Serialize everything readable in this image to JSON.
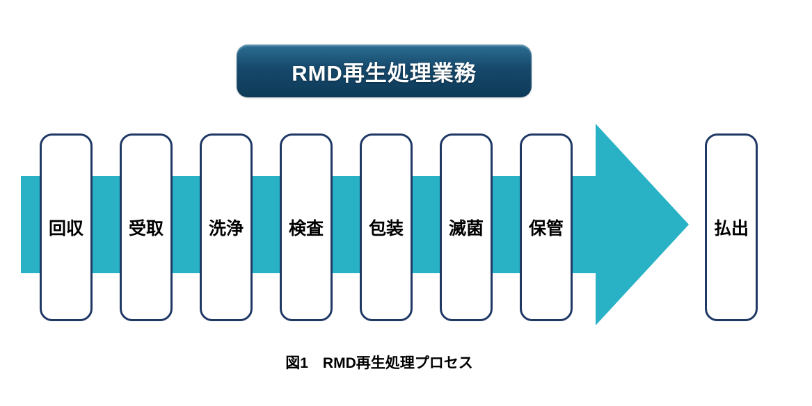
{
  "diagram": {
    "title": "RMD再生処理業務",
    "steps": [
      "回収",
      "受取",
      "洗浄",
      "検査",
      "包装",
      "滅菌",
      "保管"
    ],
    "final_step": "払出",
    "caption": "図1　RMD再生処理プロセス"
  },
  "colors": {
    "arrow_teal": "#29b2c5",
    "banner_top": "#2c6f93",
    "banner_bottom": "#0d3a58",
    "box_border": "#1f3864",
    "box_fill": "#ffffff",
    "title_text": "#ffffff",
    "body_text": "#000000"
  }
}
